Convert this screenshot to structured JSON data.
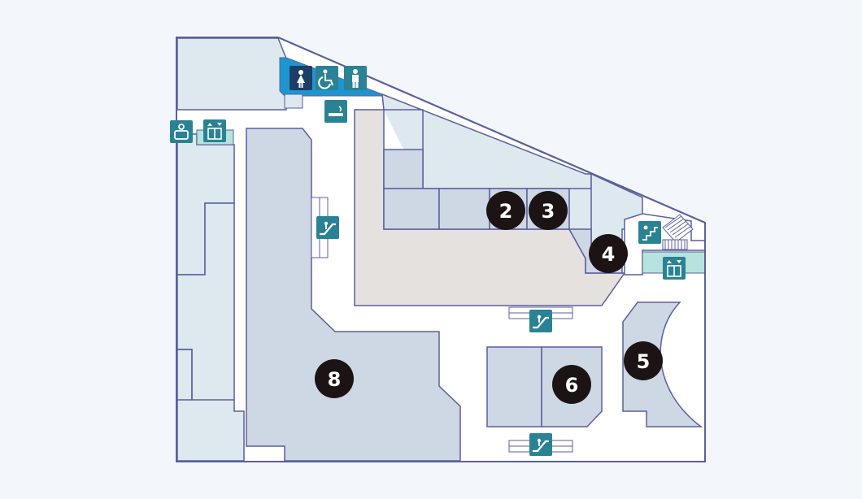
{
  "map": {
    "shops": [
      {
        "id": "shop-2",
        "label": "2"
      },
      {
        "id": "shop-3",
        "label": "3"
      },
      {
        "id": "shop-4",
        "label": "4"
      },
      {
        "id": "shop-5",
        "label": "5"
      },
      {
        "id": "shop-6",
        "label": "6"
      },
      {
        "id": "shop-8",
        "label": "8"
      }
    ],
    "facilities": [
      "female-restroom-icon",
      "accessible-restroom-icon",
      "male-restroom-icon",
      "smoking-area-icon",
      "nursing-room-icon",
      "elevator-icon",
      "escalator-icon",
      "stairs-icon"
    ],
    "colors": {
      "background": "#f3f7fb",
      "corridor": "#ffffff",
      "outline": "#5b5f9b",
      "tenant_light": "#dde9ef",
      "tenant_mid": "#cdd8e4",
      "tenant_beige": "#e5e1de",
      "restroom_block": "#1f95cf",
      "icon_teal": "#2a8294",
      "icon_navy": "#1d3e66",
      "elevator_hall": "#b6e3dd",
      "shop_marker": "#1c1414"
    }
  }
}
